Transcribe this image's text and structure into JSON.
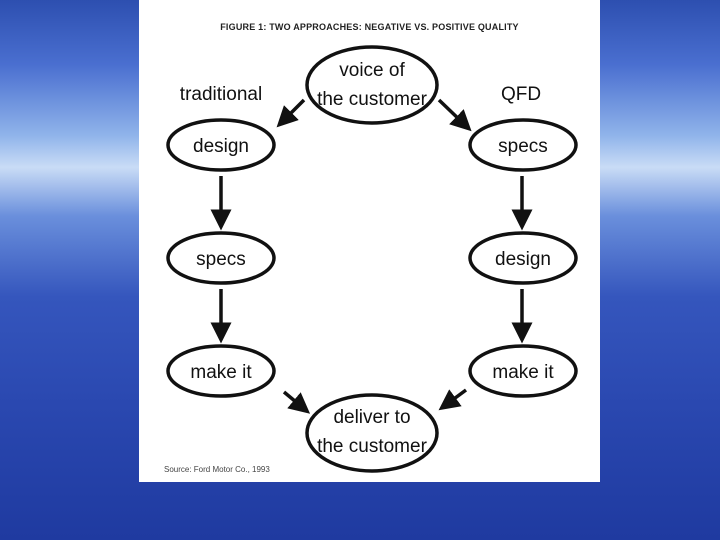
{
  "figure": {
    "title": "FIGURE 1: TWO APPROACHES: NEGATIVE VS. POSITIVE QUALITY",
    "source": "Source: Ford Motor Co., 1993"
  },
  "headings": {
    "left": "traditional",
    "right": "QFD"
  },
  "nodes": {
    "voice": [
      "voice of",
      "the customer"
    ],
    "left_design": "design",
    "left_specs": "specs",
    "left_make": "make it",
    "right_specs": "specs",
    "right_design": "design",
    "right_make": "make it",
    "deliver": [
      "deliver to",
      "the customer"
    ]
  }
}
